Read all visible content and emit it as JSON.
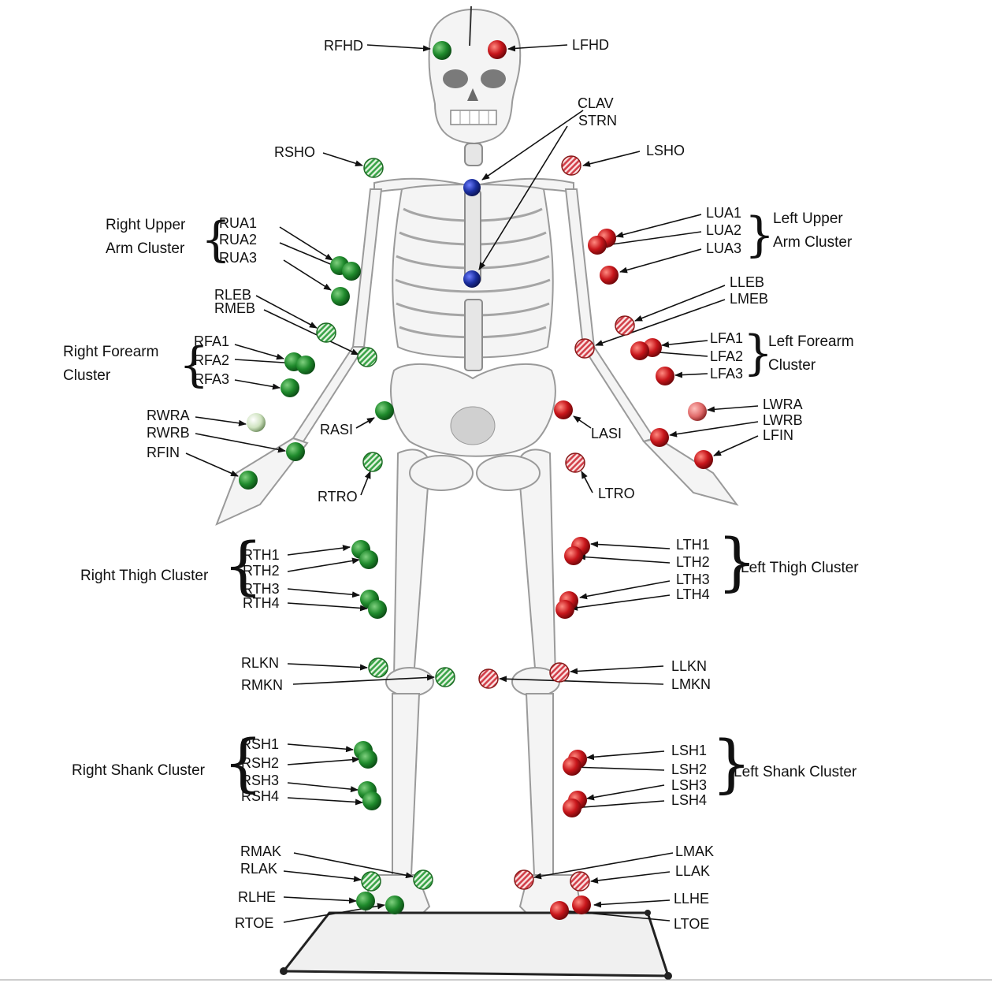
{
  "diagram_labels": {
    "RFHD": "RFHD",
    "LFHD": "LFHD",
    "CLAV": "CLAV",
    "STRN": "STRN",
    "RSHO": "RSHO",
    "LSHO": "LSHO",
    "RUA1": "RUA1",
    "RUA2": "RUA2",
    "RUA3": "RUA3",
    "LUA1": "LUA1",
    "LUA2": "LUA2",
    "LUA3": "LUA3",
    "RLEB": "RLEB",
    "RMEB": "RMEB",
    "LLEB": "LLEB",
    "LMEB": "LMEB",
    "RFA1": "RFA1",
    "RFA2": "RFA2",
    "RFA3": "RFA3",
    "LFA1": "LFA1",
    "LFA2": "LFA2",
    "LFA3": "LFA3",
    "RWRA": "RWRA",
    "RWRB": "RWRB",
    "RFIN": "RFIN",
    "LWRA": "LWRA",
    "LWRB": "LWRB",
    "LFIN": "LFIN",
    "RASI": "RASI",
    "LASI": "LASI",
    "RTRO": "RTRO",
    "LTRO": "LTRO",
    "RTH1": "RTH1",
    "RTH2": "RTH2",
    "RTH3": "RTH3",
    "RTH4": "RTH4",
    "LTH1": "LTH1",
    "LTH2": "LTH2",
    "LTH3": "LTH3",
    "LTH4": "LTH4",
    "RLKN": "RLKN",
    "RMKN": "RMKN",
    "LLKN": "LLKN",
    "LMKN": "LMKN",
    "RSH1": "RSH1",
    "RSH2": "RSH2",
    "RSH3": "RSH3",
    "RSH4": "RSH4",
    "LSH1": "LSH1",
    "LSH2": "LSH2",
    "LSH3": "LSH3",
    "LSH4": "LSH4",
    "RMAK": "RMAK",
    "RLAK": "RLAK",
    "RLHE": "RLHE",
    "RTOE": "RTOE",
    "LMAK": "LMAK",
    "LLAK": "LLAK",
    "LLHE": "LLHE",
    "LTOE": "LTOE"
  },
  "groups": {
    "right_upper_arm": [
      "Right Upper",
      "Arm Cluster"
    ],
    "left_upper_arm": [
      "Left Upper",
      "Arm Cluster"
    ],
    "right_forearm": [
      "Right Forearm",
      "Cluster"
    ],
    "left_forearm": [
      "Left Forearm",
      "Cluster"
    ],
    "right_thigh": "Right Thigh Cluster",
    "left_thigh": "Left Thigh Cluster",
    "right_shank": "Right Shank Cluster",
    "left_shank": "Left Shank Cluster"
  },
  "colors": {
    "right_marker": "#1f8a2c",
    "left_marker": "#c8161b",
    "center_marker": "#1b2fa0",
    "right_light_marker": "#cfe3c0",
    "left_light_marker": "#e06a6a"
  }
}
